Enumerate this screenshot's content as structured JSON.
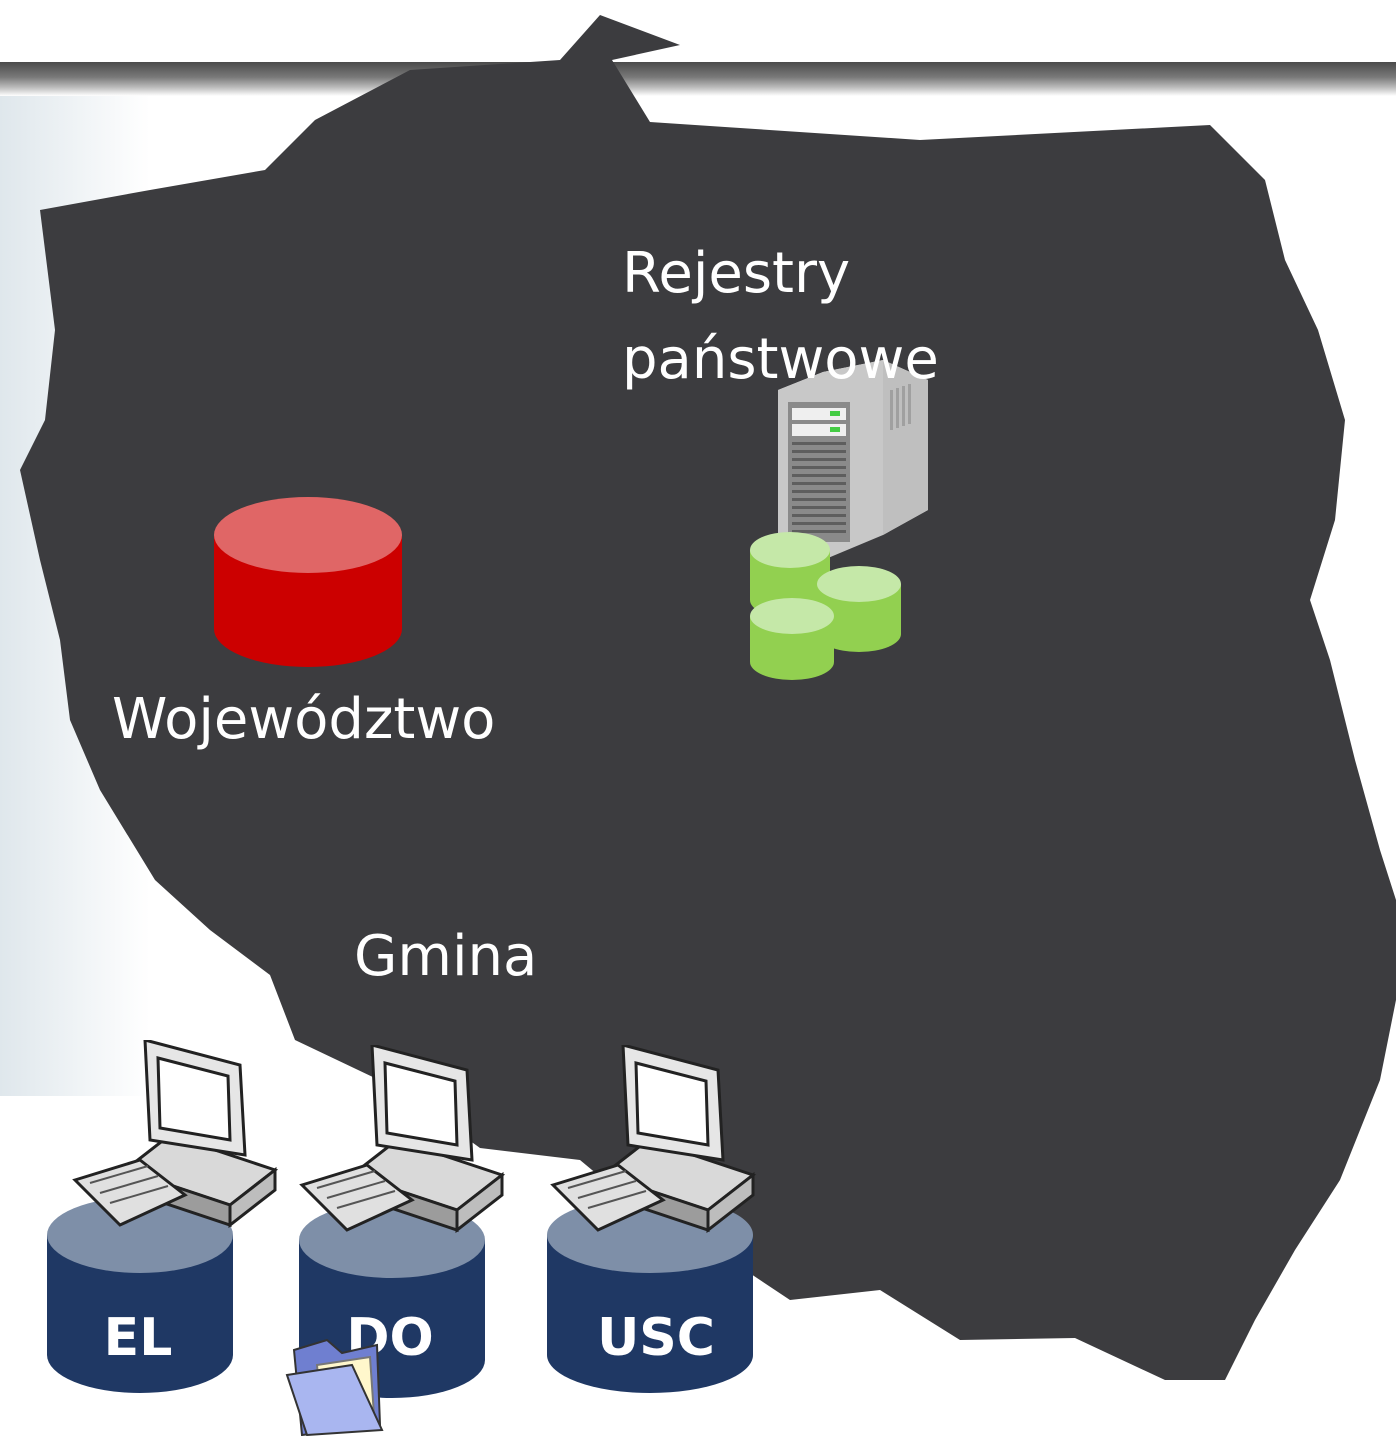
{
  "labels": {
    "registry_line1": "Rejestry",
    "registry_line2": "państwowe",
    "voivodeship": "Województwo",
    "municipality": "Gmina"
  },
  "databases": [
    {
      "label": "EL"
    },
    {
      "label": "DO"
    },
    {
      "label": "USC"
    }
  ],
  "colors": {
    "map_fill": "#3c3c3f",
    "voivodeship_db": "#cc0000",
    "registry_db": "#92d050",
    "municipality_db": "#1f3864"
  },
  "icons": [
    "server-icon",
    "database-icon",
    "computer-icon",
    "folder-icon"
  ]
}
